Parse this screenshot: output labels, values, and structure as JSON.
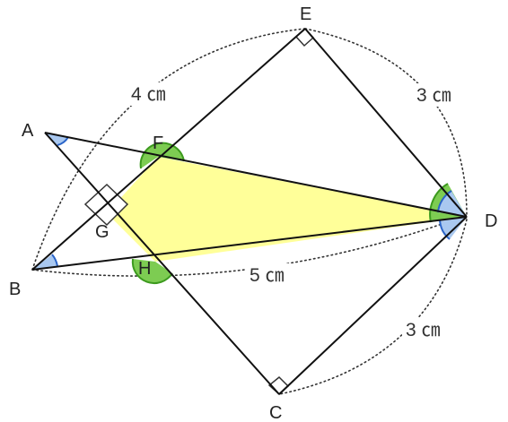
{
  "points": {
    "A": "A",
    "B": "B",
    "C": "C",
    "D": "D",
    "E": "E",
    "F": "F",
    "G": "G",
    "H": "H"
  },
  "lengths": {
    "BE": "4 ㎝",
    "ED": "3 ㎝",
    "BD": "5 ㎝",
    "DC": "3 ㎝"
  },
  "colors": {
    "triangle_fill": "#ffff99",
    "angle_blue": "#a9c8f0",
    "angle_green": "#7dcc52",
    "arc_blue": "#2a64c8",
    "arc_green": "#3c9a1e"
  }
}
